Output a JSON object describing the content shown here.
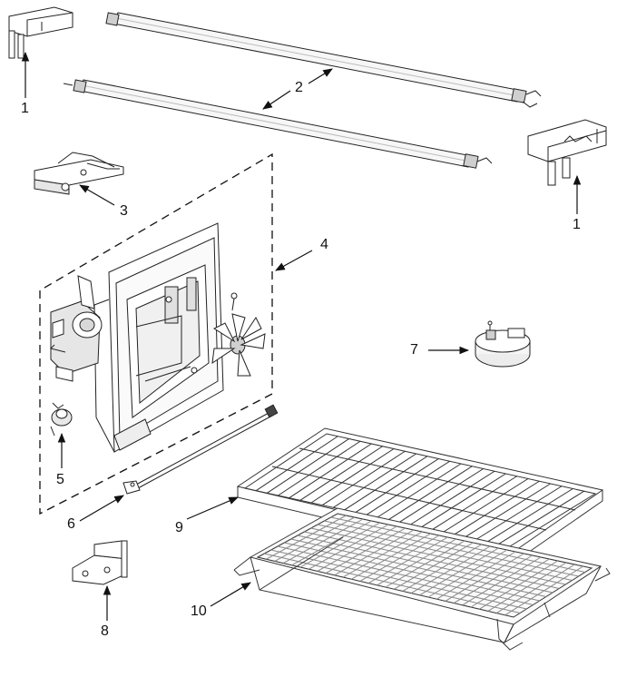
{
  "callouts": {
    "c1a": "1",
    "c1b": "1",
    "c2": "2",
    "c3": "3",
    "c4": "4",
    "c5": "5",
    "c6": "6",
    "c7": "7",
    "c8": "8",
    "c9": "9",
    "c10": "10"
  },
  "colors": {
    "line": "#222222",
    "shade": "#cfcfcf",
    "light": "#ececec"
  }
}
